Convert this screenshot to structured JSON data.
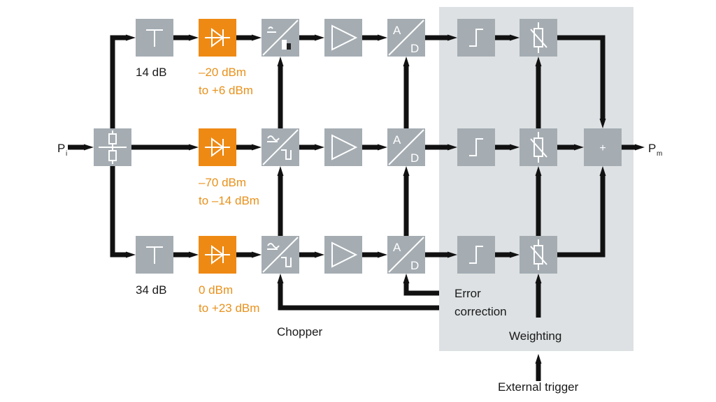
{
  "diagram": {
    "colors": {
      "block": "#a5adb3",
      "detector": "#ee8a14",
      "panel": "#dde1e3",
      "line": "#111111",
      "symbol": "#ffffff",
      "label": "#1a1a1a",
      "range_label": "#e8911c"
    },
    "input_label": {
      "main": "P",
      "sub": "i"
    },
    "output_label": {
      "main": "P",
      "sub": "m"
    },
    "splitter": {
      "name": "power-splitter",
      "icon": "resistor-divider-icon"
    },
    "paths": [
      {
        "id": "upper",
        "attenuator": {
          "icon": "attenuator-t-icon",
          "label": "14 dB"
        },
        "detector": {
          "icon": "diode-icon",
          "range": [
            "–20 dBm",
            "to +6 dBm"
          ]
        },
        "chopper": {
          "icon": "chopper-icon"
        },
        "amplifier": {
          "icon": "amplifier-triangle-icon"
        },
        "adc": {
          "icon": "adc-icon",
          "a": "A",
          "d": "D"
        },
        "correction": {
          "icon": "step-function-icon"
        },
        "weighting": {
          "icon": "variable-resistor-icon"
        }
      },
      {
        "id": "middle",
        "attenuator": null,
        "detector": {
          "icon": "diode-icon",
          "range": [
            "–70 dBm",
            "to –14 dBm"
          ]
        },
        "chopper": {
          "icon": "chopper-icon"
        },
        "amplifier": {
          "icon": "amplifier-triangle-icon"
        },
        "adc": {
          "icon": "adc-icon",
          "a": "A",
          "d": "D"
        },
        "correction": {
          "icon": "step-function-icon"
        },
        "weighting": {
          "icon": "variable-resistor-icon"
        }
      },
      {
        "id": "lower",
        "attenuator": {
          "icon": "attenuator-t-icon",
          "label": "34 dB"
        },
        "detector": {
          "icon": "diode-icon",
          "range": [
            "0 dBm",
            "to +23 dBm"
          ]
        },
        "chopper": {
          "icon": "chopper-icon"
        },
        "amplifier": {
          "icon": "amplifier-triangle-icon"
        },
        "adc": {
          "icon": "adc-icon",
          "a": "A",
          "d": "D"
        },
        "correction": {
          "icon": "step-function-icon"
        },
        "weighting": {
          "icon": "variable-resistor-icon"
        }
      }
    ],
    "summer": {
      "icon": "plus-icon",
      "symbol": "+"
    },
    "labels": {
      "chopper": "Chopper",
      "error_correction": [
        "Error",
        "correction"
      ],
      "weighting": "Weighting",
      "external_trigger": "External trigger"
    }
  }
}
